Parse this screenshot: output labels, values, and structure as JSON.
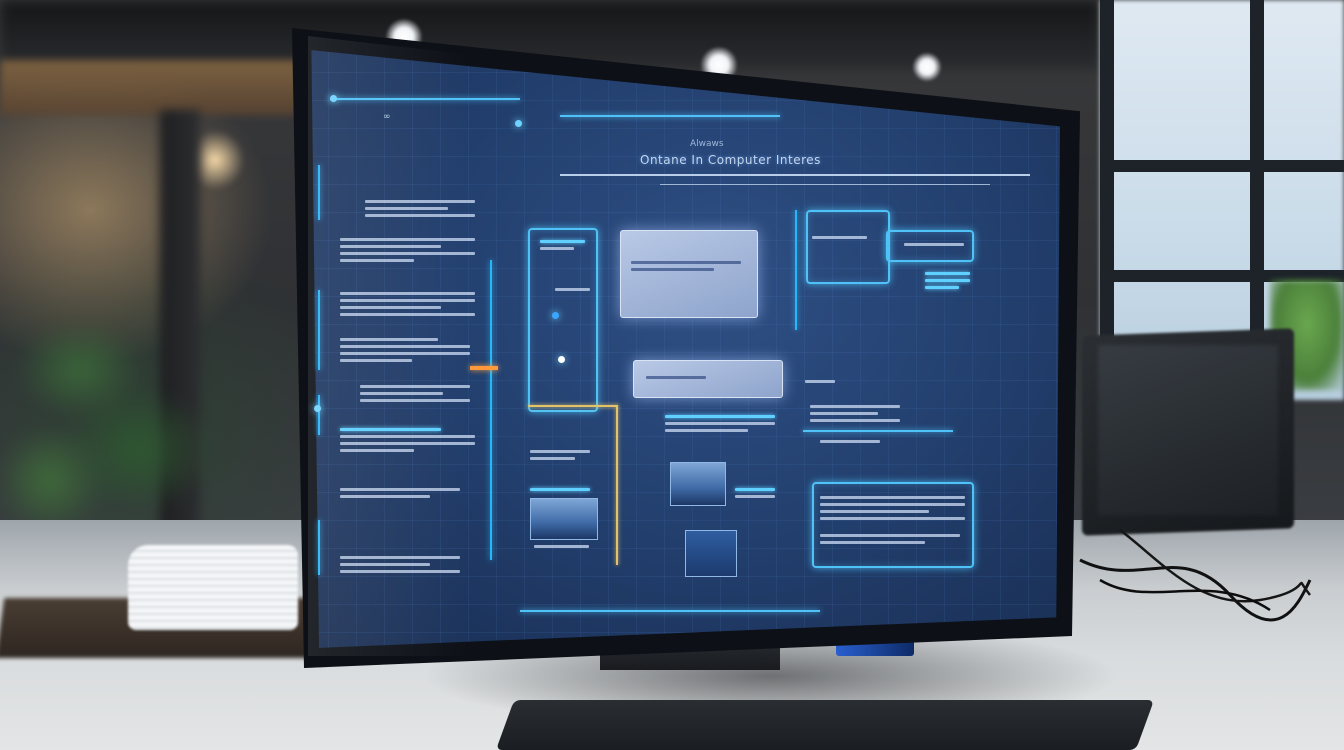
{
  "scene": {
    "description_labels": {
      "monitor": "monitor",
      "screen": "holographic-screen",
      "desk": "desk"
    }
  },
  "screen": {
    "subtitle": "Alwaws",
    "title": "Ontane In Computer Interes",
    "marker": "∞"
  },
  "colors": {
    "hud_cyan": "#4fc3f7",
    "screen_blue": "#23406f",
    "accent_orange": "#ff9a3c",
    "accent_gold": "#e3c36a"
  }
}
